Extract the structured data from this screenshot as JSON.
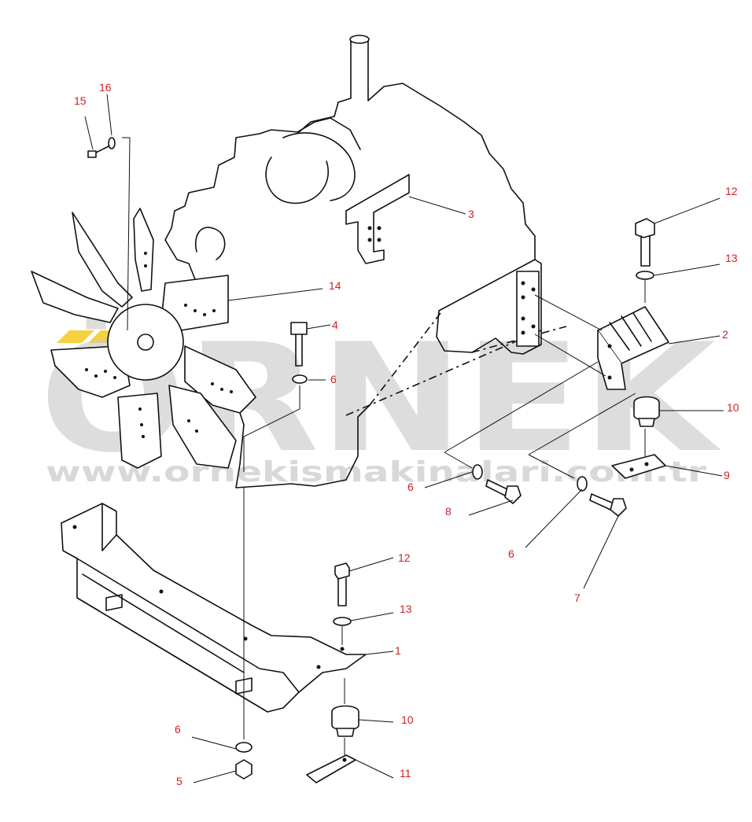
{
  "watermark": {
    "brand": "ÖRNEK",
    "url": "www.ornekismakinalari.com.tr",
    "color_text": "#c8c8c8",
    "color_accent": "#f2c200"
  },
  "callouts": [
    "15",
    "16",
    "3",
    "12",
    "13",
    "14",
    "4",
    "2",
    "6",
    "10",
    "9",
    "6",
    "8",
    "6",
    "7",
    "12",
    "13",
    "1",
    "10",
    "6",
    "5",
    "11"
  ],
  "colors": {
    "line": "#111111",
    "callout_text": "#cc2222",
    "background": "#ffffff"
  }
}
